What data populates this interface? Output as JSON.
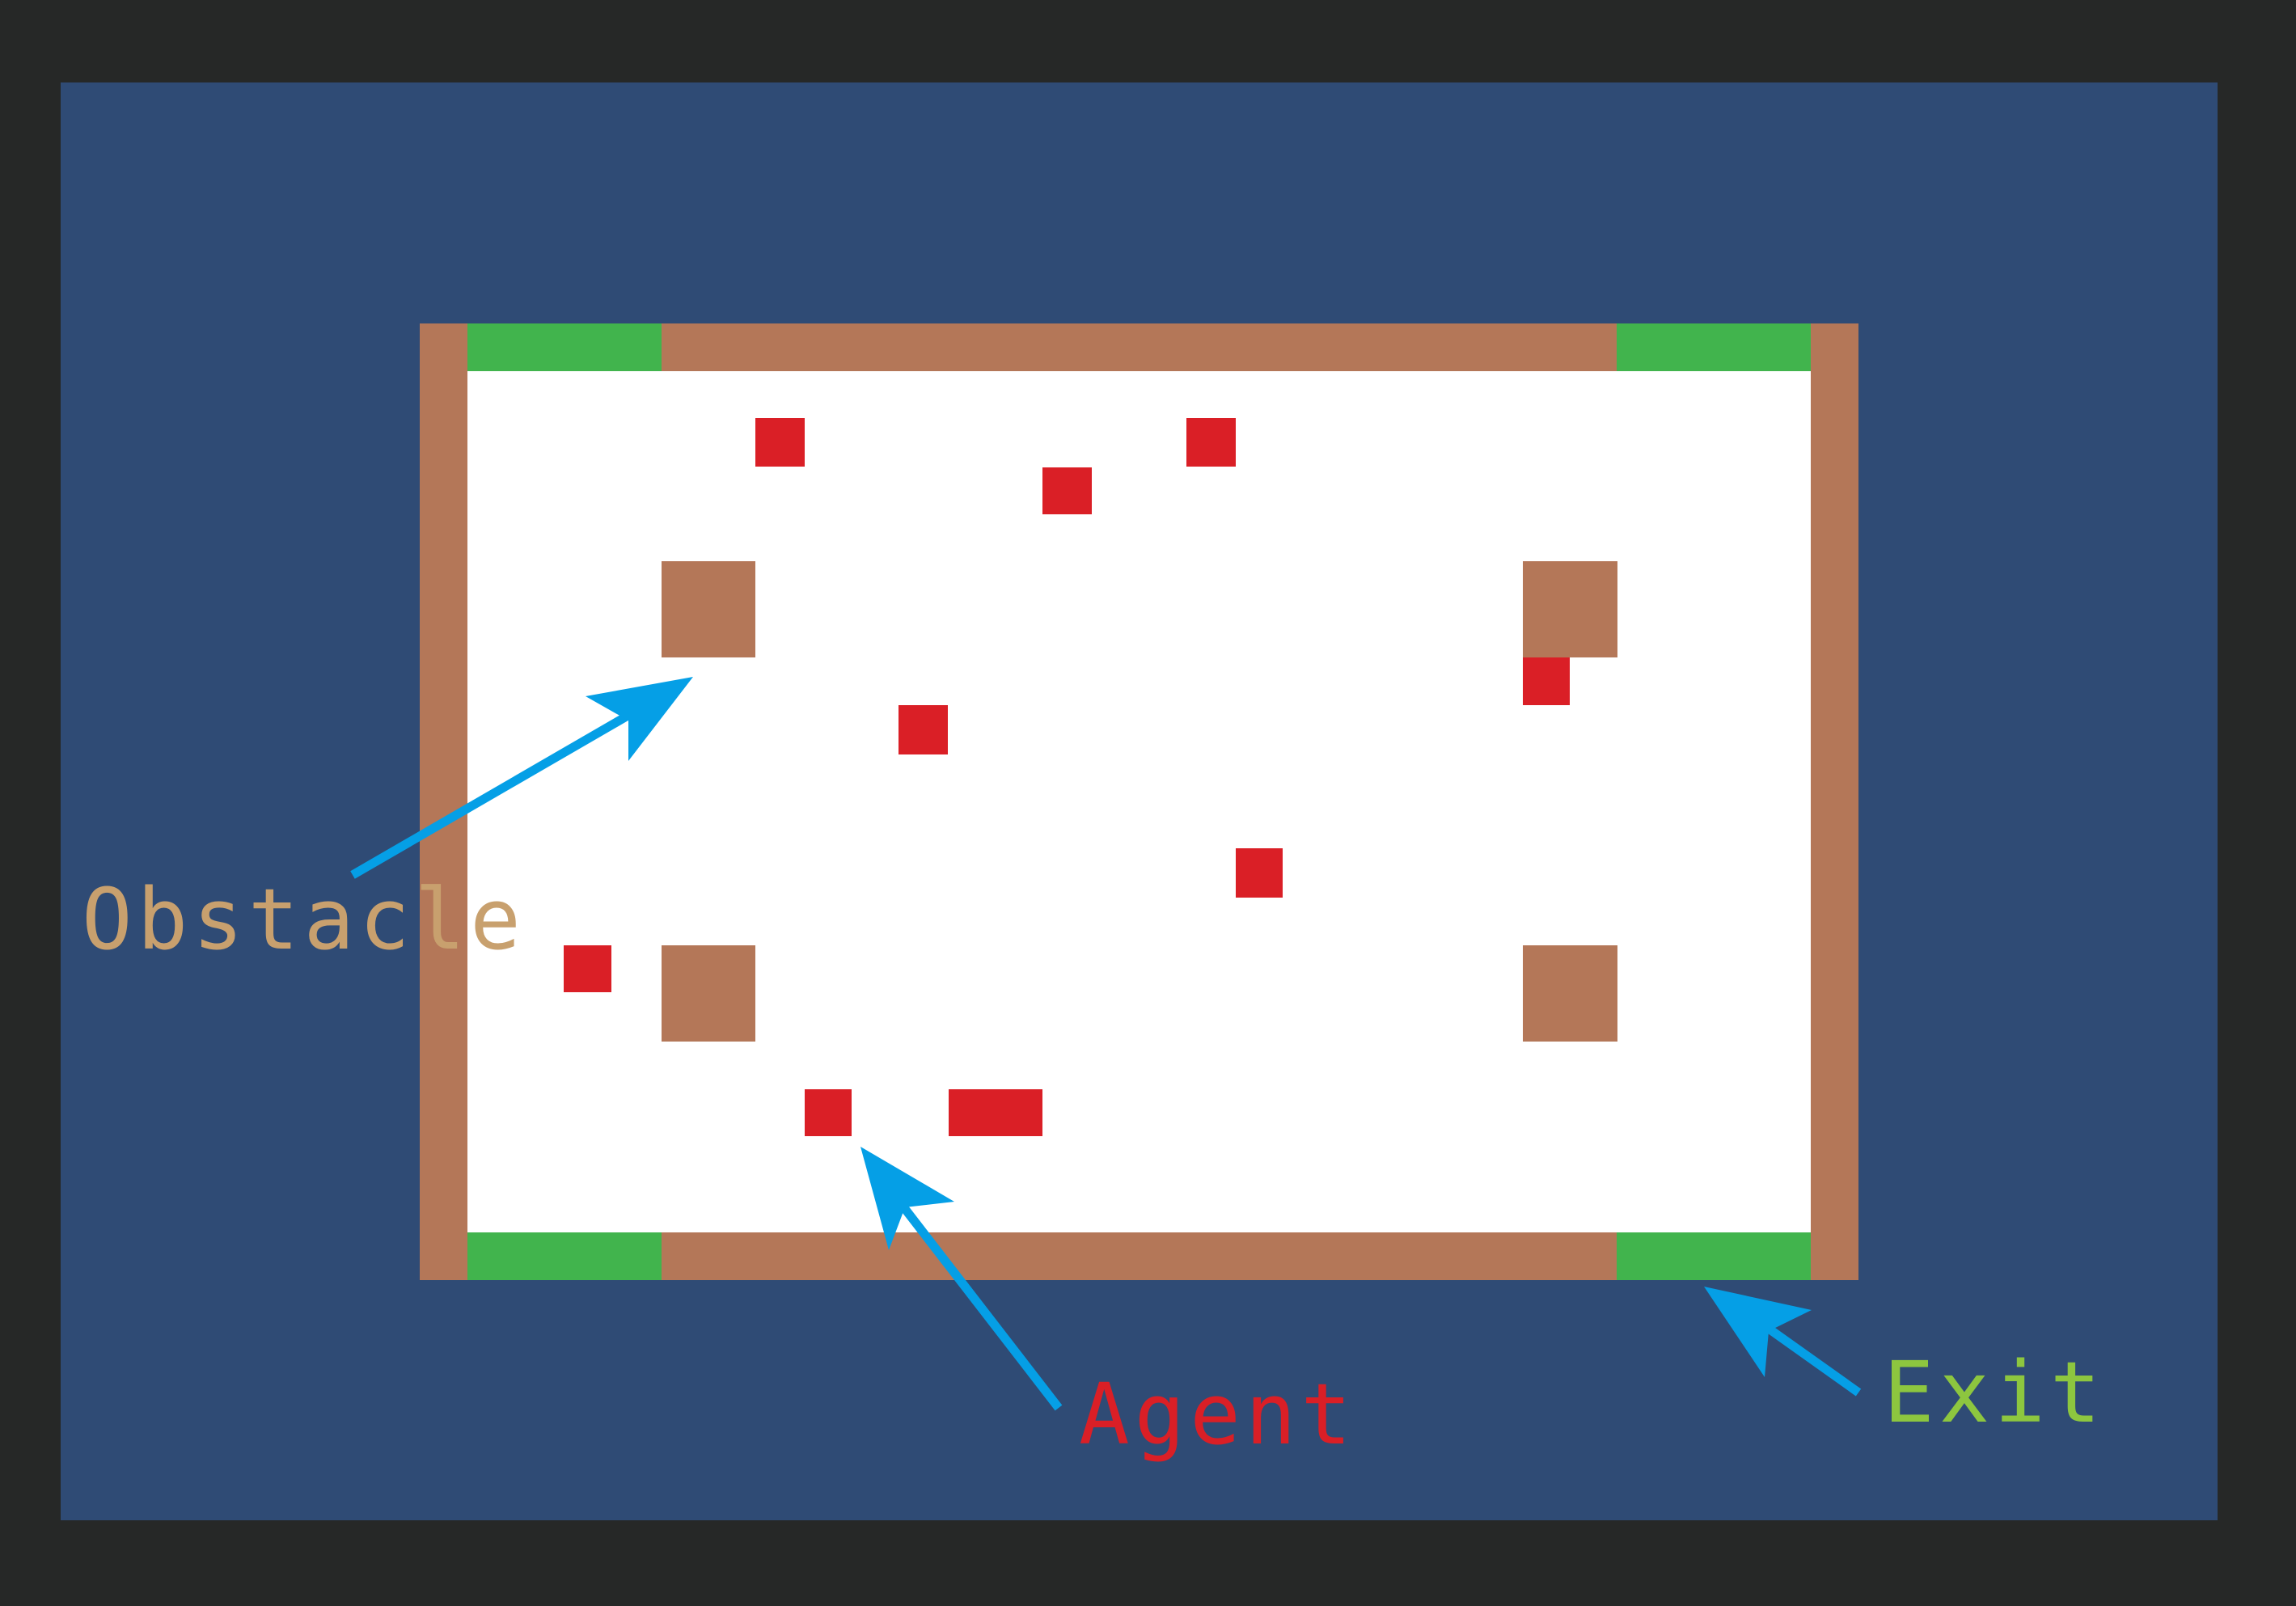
{
  "colors": {
    "frame": "#262827",
    "background": "#2f4b75",
    "wall": "#b47758",
    "floor": "#ffffff",
    "exit": "#41b44d",
    "agent": "#da1f26",
    "obstacle": "#b47758",
    "arrow": "#059fe6",
    "obstacle_label": "#c8a06e",
    "agent_label": "#da1f26",
    "exit_label": "#8dc63f"
  },
  "labels": {
    "obstacle": "Obstacle",
    "agent": "Agent",
    "exit": "Exit"
  },
  "icons": {
    "arrow": "arrow-icon"
  }
}
